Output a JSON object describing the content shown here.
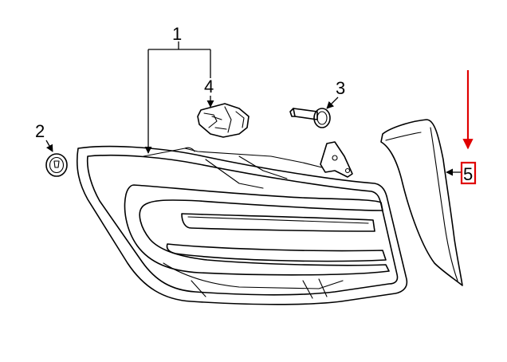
{
  "callouts": {
    "c1": "1",
    "c2": "2",
    "c3": "3",
    "c4": "4",
    "c5": "5"
  },
  "colors": {
    "line_art": "#000000",
    "highlight": "#e00000",
    "background": "#ffffff"
  }
}
